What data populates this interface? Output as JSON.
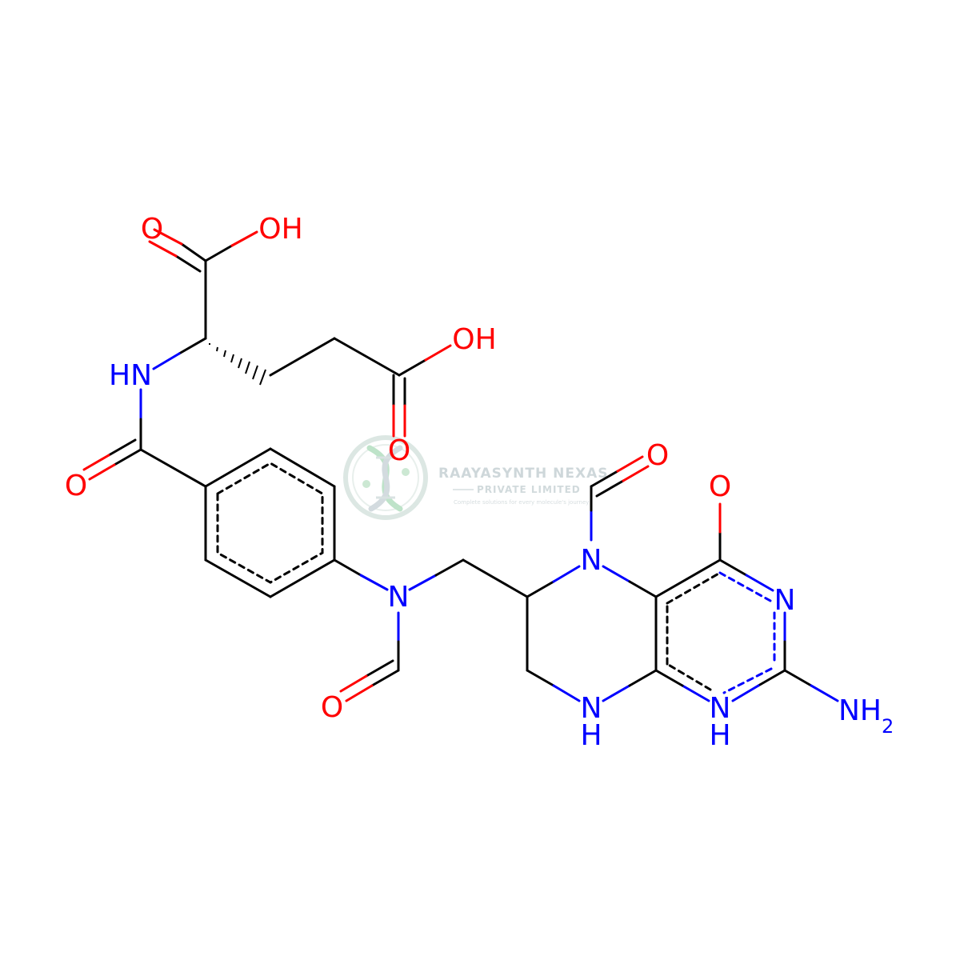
{
  "colors": {
    "carbon": "#000000",
    "nitrogen": "#0000ff",
    "oxygen": "#ff0000",
    "watermark": "#c9d3d6",
    "watermark_logo": "#b8e0c4"
  },
  "atoms": {
    "o_acid_carbonyl": "O",
    "oh_acid_top": "OH",
    "oh_side_chain": "OH",
    "o_side_chain": "O",
    "nh_amide": "HN",
    "o_amide": "O",
    "n_formyl_left": "N",
    "o_formyl_left": "O",
    "n5": "N",
    "o_formyl_right": "O",
    "o_ring_carbonyl": "O",
    "n3": "N",
    "nh8": "N",
    "h8": "H",
    "nh1": "N",
    "h1": "H",
    "nh2_n": "NH",
    "nh2_sub": "2"
  },
  "watermark": {
    "title": "RAAYASYNTH NEXAS",
    "subtitle": "PRIVATE LIMITED",
    "tagline": "Complete solutions for every molecule's journey",
    "logo": "dna-helix-icon"
  }
}
